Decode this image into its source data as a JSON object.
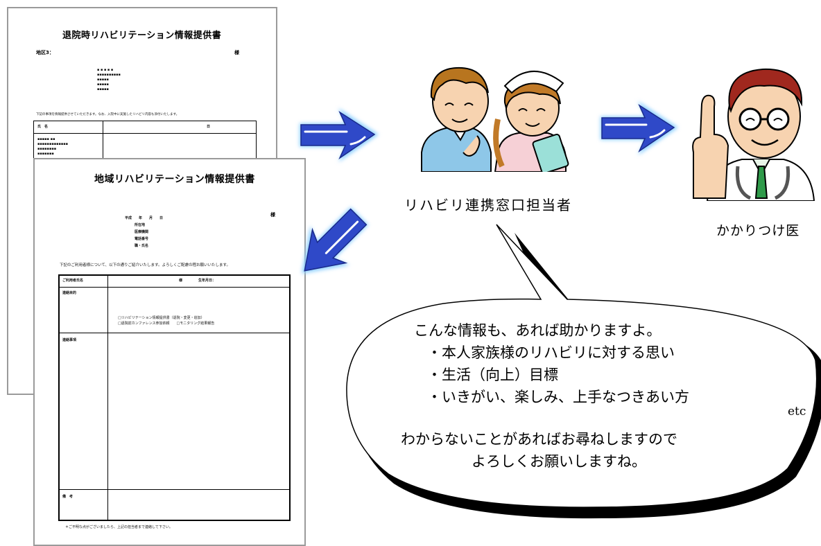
{
  "back_doc": {
    "title": "退院時リハビリテーション情報提供書",
    "corner_right": "様",
    "corner_left": "地区3：",
    "intro": "下記の事項を情報提供させていただきます。なお、入院中に実施したリハビリ内容も添付いたします。",
    "row_name": "氏　名",
    "row_date": "日"
  },
  "front_doc": {
    "title": "地域リハビリテーション情報提供書",
    "addressee_suffix": "様",
    "sender_lines": [
      "平成　　年　　月　　日",
      "所在地",
      "医療機関",
      "電話番号",
      "職・氏名"
    ],
    "intro": "下記のご利用者様について、以下の通りご紹介いたします。よろしくご配慮の程お願いいたします。",
    "header_name": "ご利用者氏名",
    "header_sama": "様",
    "header_dob": "生年月日：",
    "row_purpose": "連絡目的",
    "checkbox_1": "□リハビリテーション情報提供書（退院・変更・追加）",
    "checkbox_2": "□退院前カンファレンス参加依頼　　□モニタリング結果報告",
    "row_contact": "連絡事項",
    "row_notes": "備　考",
    "footer": "＊ご不明な点がございましたら、上記の担当者まで連絡して下さい。"
  },
  "labels": {
    "coordinator": "リハビリ連携窓口担当者",
    "doctor": "かかりつけ医"
  },
  "speech_bubble": {
    "line1": "こんな情報も、あれば助かりますよ。",
    "line2": "・本人家族様のリハビリに対する思い",
    "line3": "・生活（向上）目標",
    "line4": "・いきがい、楽しみ、上手なつきあい方",
    "line4_suffix": "etc",
    "line5": "わからないことがあればお尋ねしますので",
    "line6": "よろしくお願いしますね。"
  },
  "colors": {
    "arrow_fill": "#2f49c8",
    "arrow_glow": "#7ec8ff",
    "doc_border": "#9a9a9a"
  }
}
